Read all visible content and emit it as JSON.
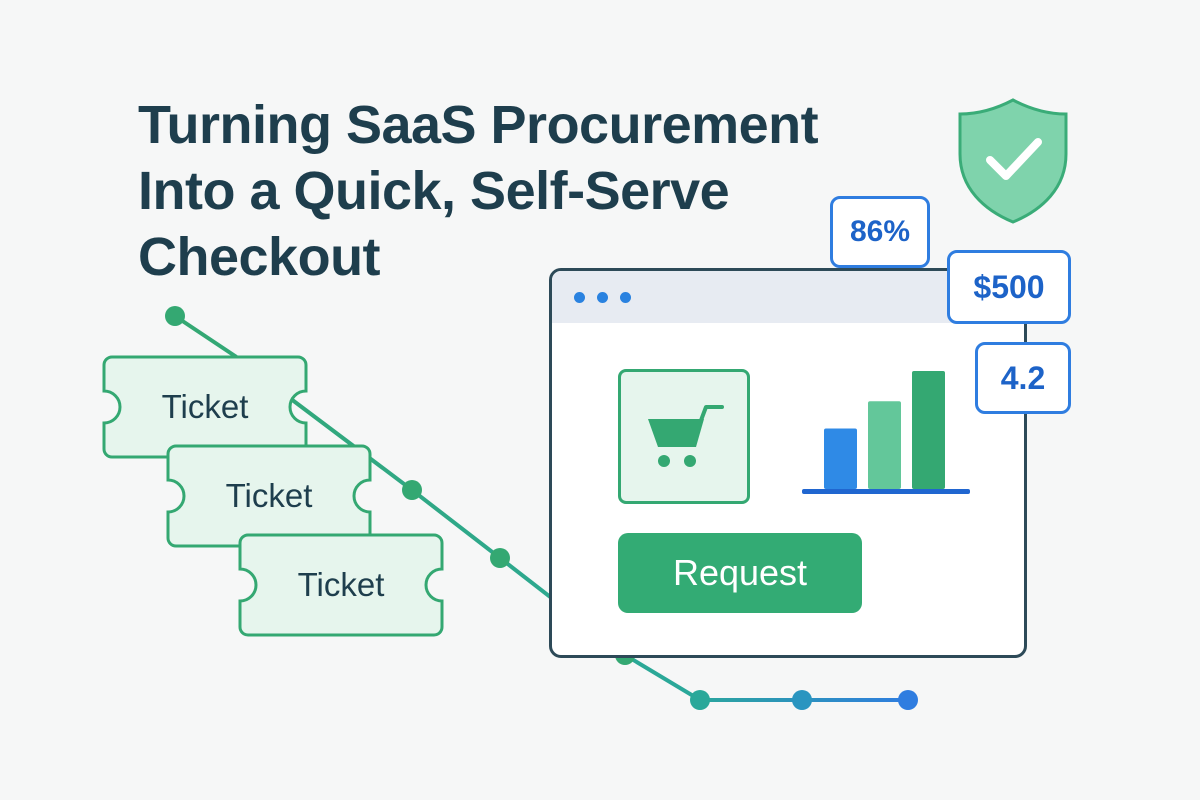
{
  "headline": {
    "lines": [
      "Turning SaaS Procurement",
      "Into a Quick, Self-Serve",
      "Checkout"
    ]
  },
  "tickets": [
    {
      "label": "Ticket"
    },
    {
      "label": "Ticket"
    },
    {
      "label": "Ticket"
    }
  ],
  "checkout_window": {
    "request_label": "Request",
    "bar_chart": {
      "values": [
        1,
        1.45,
        1.95
      ]
    }
  },
  "metrics": {
    "score": "86%",
    "budget": "$500",
    "rating": "4.2"
  },
  "icons": [
    "cart-icon",
    "bar-chart-icon",
    "shield-check-icon",
    "ticket-icon",
    "window-dots-icon"
  ],
  "colors": {
    "text_dark": "#1e3e4d",
    "green": "#33ab74",
    "green_light": "#e6f5ed",
    "teal": "#2aa89a",
    "blue": "#2f7de0",
    "blue_text": "#1d63c8",
    "frame": "#2d4a58",
    "shield": "#7fd3ac"
  }
}
